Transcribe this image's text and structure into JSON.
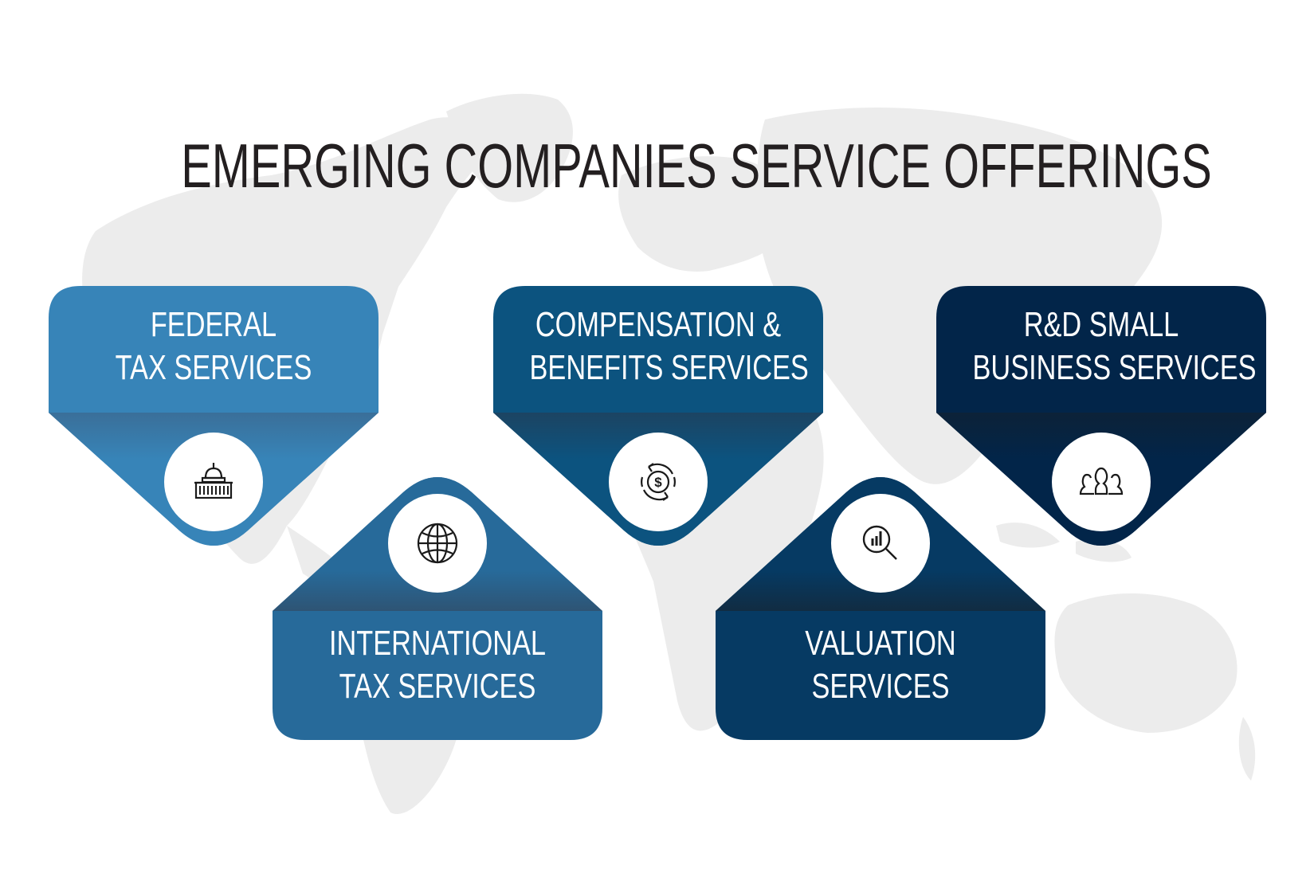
{
  "title": "EMERGING COMPANIES SERVICE OFFERINGS",
  "colors": {
    "background": "#ffffff",
    "map": "#ececec",
    "title": "#231f20",
    "card_federal": "#3784b8",
    "card_international": "#276a9a",
    "card_compensation": "#0c537f",
    "card_valuation": "#063a63",
    "card_rd": "#022549"
  },
  "services": [
    {
      "id": "federal",
      "line1": "FEDERAL",
      "line2": "TAX SERVICES",
      "icon": "capitol-building-icon",
      "position": "top"
    },
    {
      "id": "international",
      "line1": "INTERNATIONAL",
      "line2": "TAX SERVICES",
      "icon": "globe-icon",
      "position": "bottom"
    },
    {
      "id": "compensation",
      "line1": "COMPENSATION &",
      "line2": "BENEFITS SERVICES",
      "icon": "dollar-cycle-icon",
      "position": "top"
    },
    {
      "id": "valuation",
      "line1": "VALUATION",
      "line2": "SERVICES",
      "icon": "magnifier-chart-icon",
      "position": "bottom"
    },
    {
      "id": "rd",
      "line1": "R&D SMALL",
      "line2": "BUSINESS SERVICES",
      "icon": "people-group-icon",
      "position": "top"
    }
  ]
}
